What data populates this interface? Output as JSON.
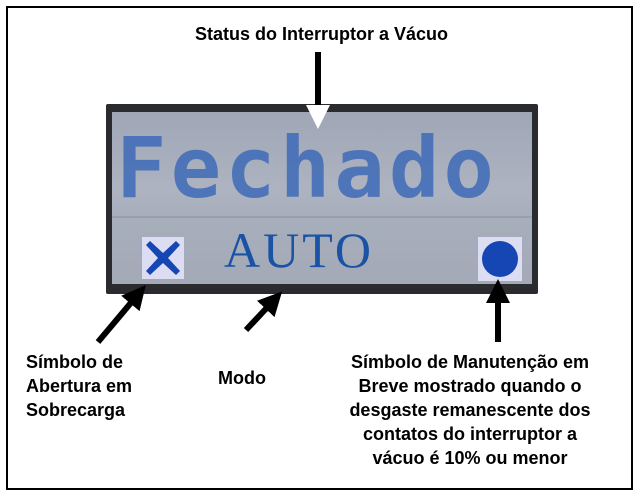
{
  "labels": {
    "status": "Status do Interruptor a Vácuo",
    "overload_trip_symbol": "Símbolo de\nAbertura em\nSobrecarga",
    "mode": "Modo",
    "maintenance_symbol": "Símbolo de Manutenção em\nBreve mostrado quando o\ndesgaste remanescente dos\ncontatos do interruptor a\nvácuo é 10% ou menor"
  },
  "display": {
    "status_text": "Fechado",
    "mode_text": "AUTO"
  },
  "icons": {
    "overload": "x-icon",
    "maintenance": "circle-icon"
  },
  "colors": {
    "lcd_text": "#3e6bb8",
    "symbol_blue": "#1646b4"
  }
}
